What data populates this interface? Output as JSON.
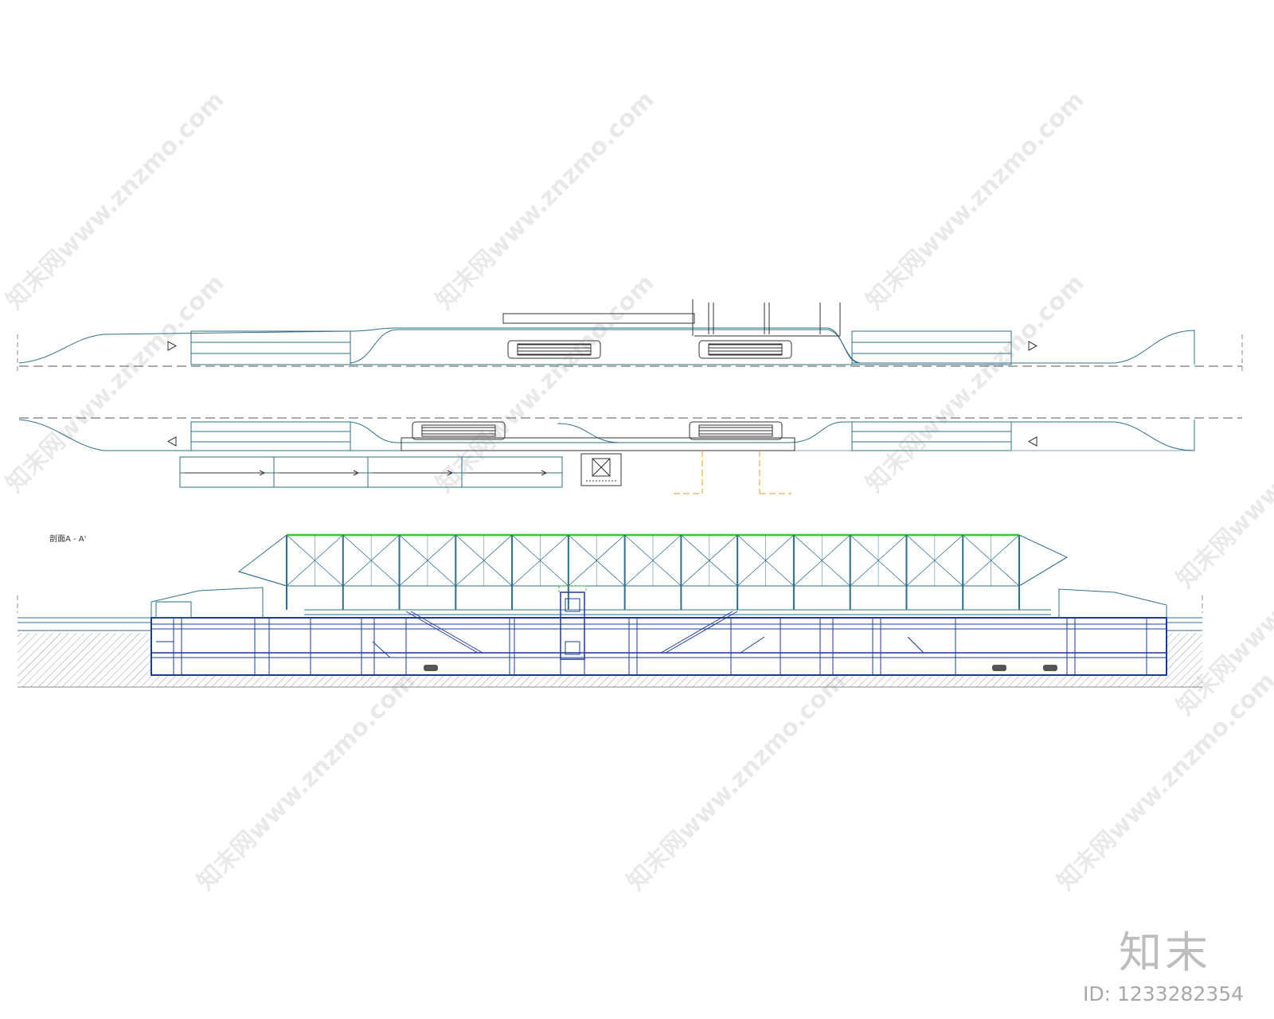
{
  "section_label": "剖面A - A'",
  "watermark": {
    "text": "知末网www.znzmo.com"
  },
  "brand": {
    "logo_text": "知末",
    "id_text": "ID: 1233282354"
  },
  "colors": {
    "line": "#2e6f8e",
    "outline": "#1c3a9c",
    "roof_top": "#2ecc2e",
    "axis": "#e8a317",
    "ground_hatch": "#9a9a9a"
  },
  "icons": [
    "direction-triangle-icon",
    "escalator-icon",
    "elevator-icon"
  ]
}
